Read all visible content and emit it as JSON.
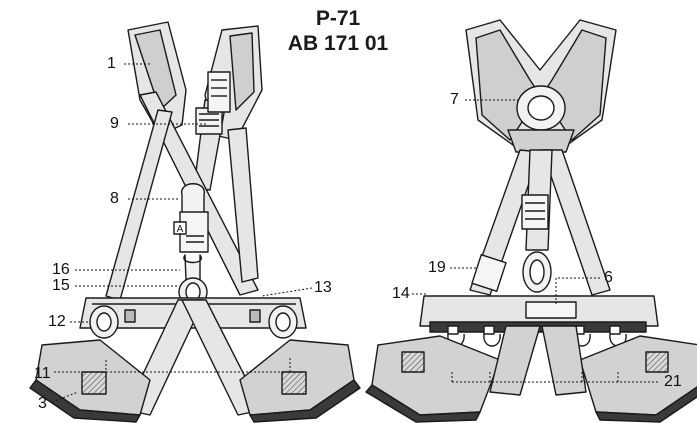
{
  "title": {
    "model": "P-71",
    "code": "AB 171 01"
  },
  "callouts": {
    "c1": "1",
    "c3": "3",
    "c6": "6",
    "c7": "7",
    "c8": "8",
    "c9": "9",
    "c11": "11",
    "c12": "12",
    "c13": "13",
    "c14": "14",
    "c15": "15",
    "c16": "16",
    "c19": "19",
    "c21": "21"
  },
  "buckle_letter": "A",
  "colors": {
    "ink": "#1a1a1a",
    "strap": "#e6e6e6",
    "pad": "#d2d2d2",
    "dark": "#3a3a3a"
  }
}
